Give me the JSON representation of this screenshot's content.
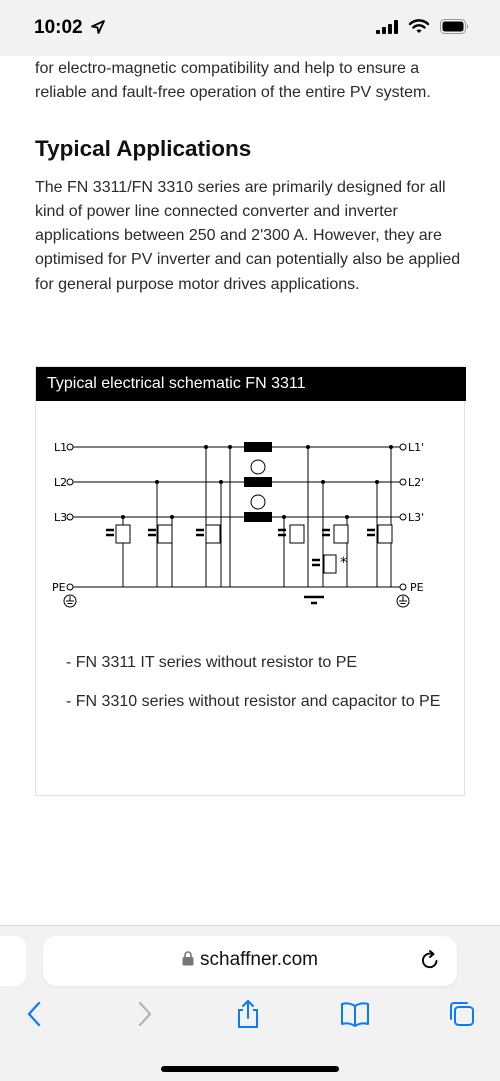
{
  "status_bar": {
    "time": "10:02"
  },
  "article": {
    "intro_text": "for electro-magnetic compatibility and help to ensure a reliable and fault-free operation of the entire PV system.",
    "heading": "Typical Applications",
    "body_text": "The FN 3311/FN 3310 series are primarily designed for all kind of power line connected converter and inverter applications between 250 and 2'300 A. However, they are optimised for PV inverter and can potentially also be applied for general purpose motor drives applications."
  },
  "figure": {
    "caption": "Typical electrical schematic FN 3311",
    "schematic_labels": {
      "l1_in": "L1",
      "l2_in": "L2",
      "l3_in": "L3",
      "pe_in": "PE",
      "l1_out": "L1'",
      "l2_out": "L2'",
      "l3_out": "L3'",
      "pe_out": "PE",
      "resistor_marker": "*"
    },
    "notes": [
      "- FN 3311 IT series without resistor to PE",
      "- FN 3310 series without resistor and capacitor to PE"
    ]
  },
  "browser": {
    "url": "schaffner.com"
  }
}
